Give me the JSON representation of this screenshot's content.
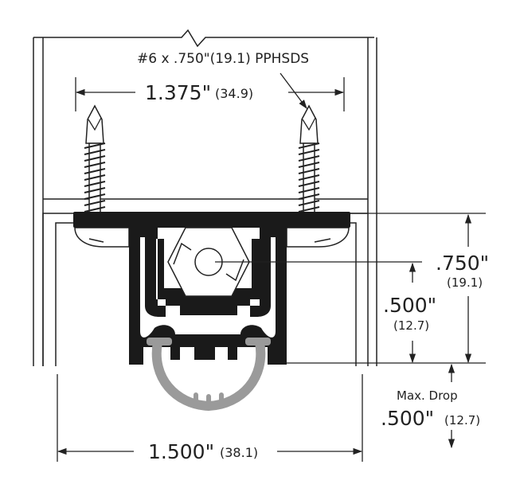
{
  "labels": {
    "screw_spec": "#6 x .750\"(19.1) PPHSDS",
    "screw_spacing_in": "1.375\"",
    "screw_spacing_mm": "(34.9)",
    "height_in": ".750\"",
    "height_mm": "(19.1)",
    "seal_in": ".500\"",
    "seal_mm": "(12.7)",
    "drop_caption": "Max. Drop",
    "drop_in": ".500\"",
    "drop_mm": "(12.7)",
    "width_in": "1.500\"",
    "width_mm": "(38.1)"
  },
  "colors": {
    "line": "#222222",
    "housing": "#1a1a1a",
    "seal": "#9a9a9a",
    "fill": "#ffffff"
  }
}
